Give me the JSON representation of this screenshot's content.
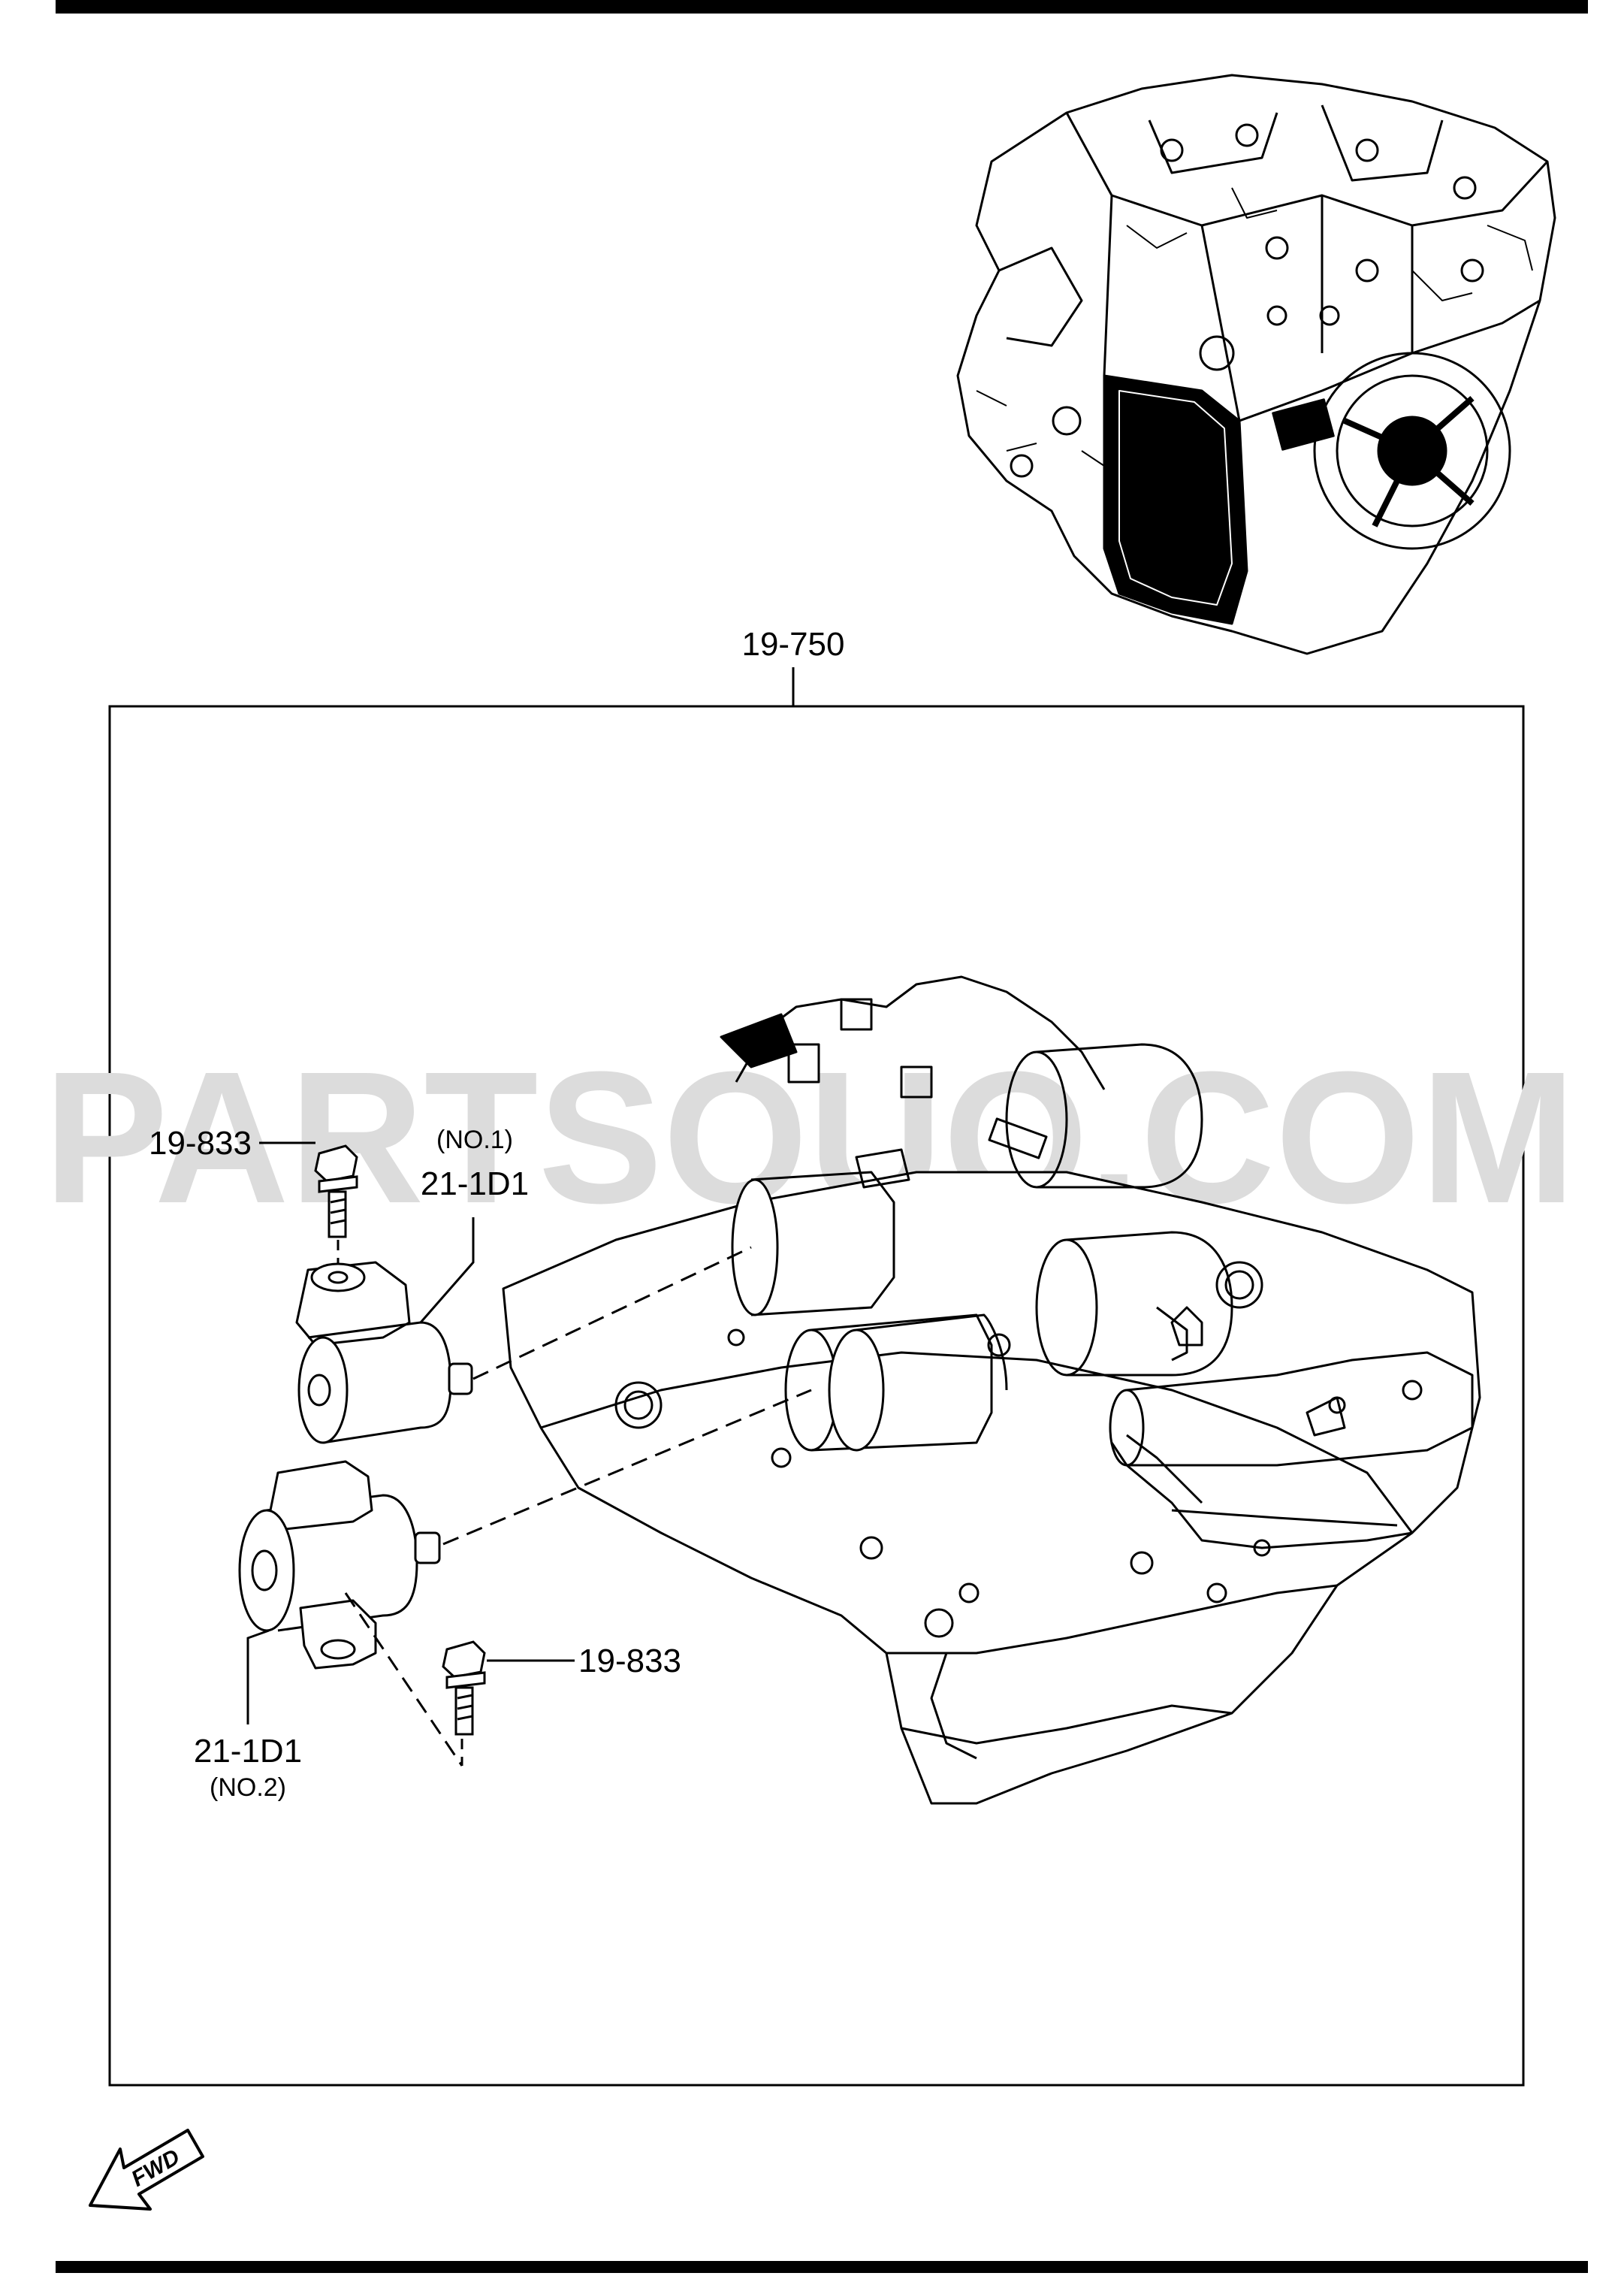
{
  "watermark": "PARTSOUQ.COM",
  "callouts": {
    "assembly": "19-750",
    "bolt_upper": "19-833",
    "bolt_lower": "19-833",
    "solenoid_no1_qualifier": "(NO.1)",
    "solenoid_no1_part": "21-1D1",
    "solenoid_no2_part": "21-1D1",
    "solenoid_no2_qualifier": "(NO.2)"
  },
  "direction_indicator": "FWD"
}
